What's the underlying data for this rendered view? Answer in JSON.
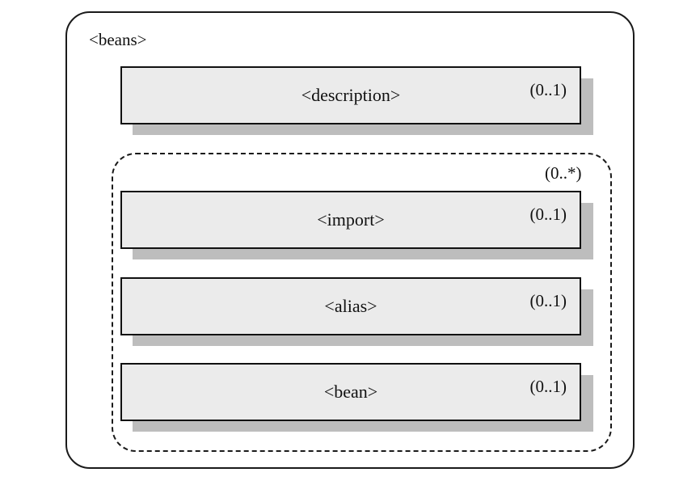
{
  "container": {
    "label": "<beans>"
  },
  "description": {
    "name": "<description>",
    "multiplicity": "(0..1)"
  },
  "group": {
    "multiplicity": "(0..*)",
    "elements": [
      {
        "name": "<import>",
        "multiplicity": "(0..1)"
      },
      {
        "name": "<alias>",
        "multiplicity": "(0..1)"
      },
      {
        "name": "<bean>",
        "multiplicity": "(0..1)"
      }
    ]
  },
  "colors": {
    "box_fill": "#ebebeb",
    "shadow": "#bdbdbd",
    "stroke": "#111111"
  }
}
